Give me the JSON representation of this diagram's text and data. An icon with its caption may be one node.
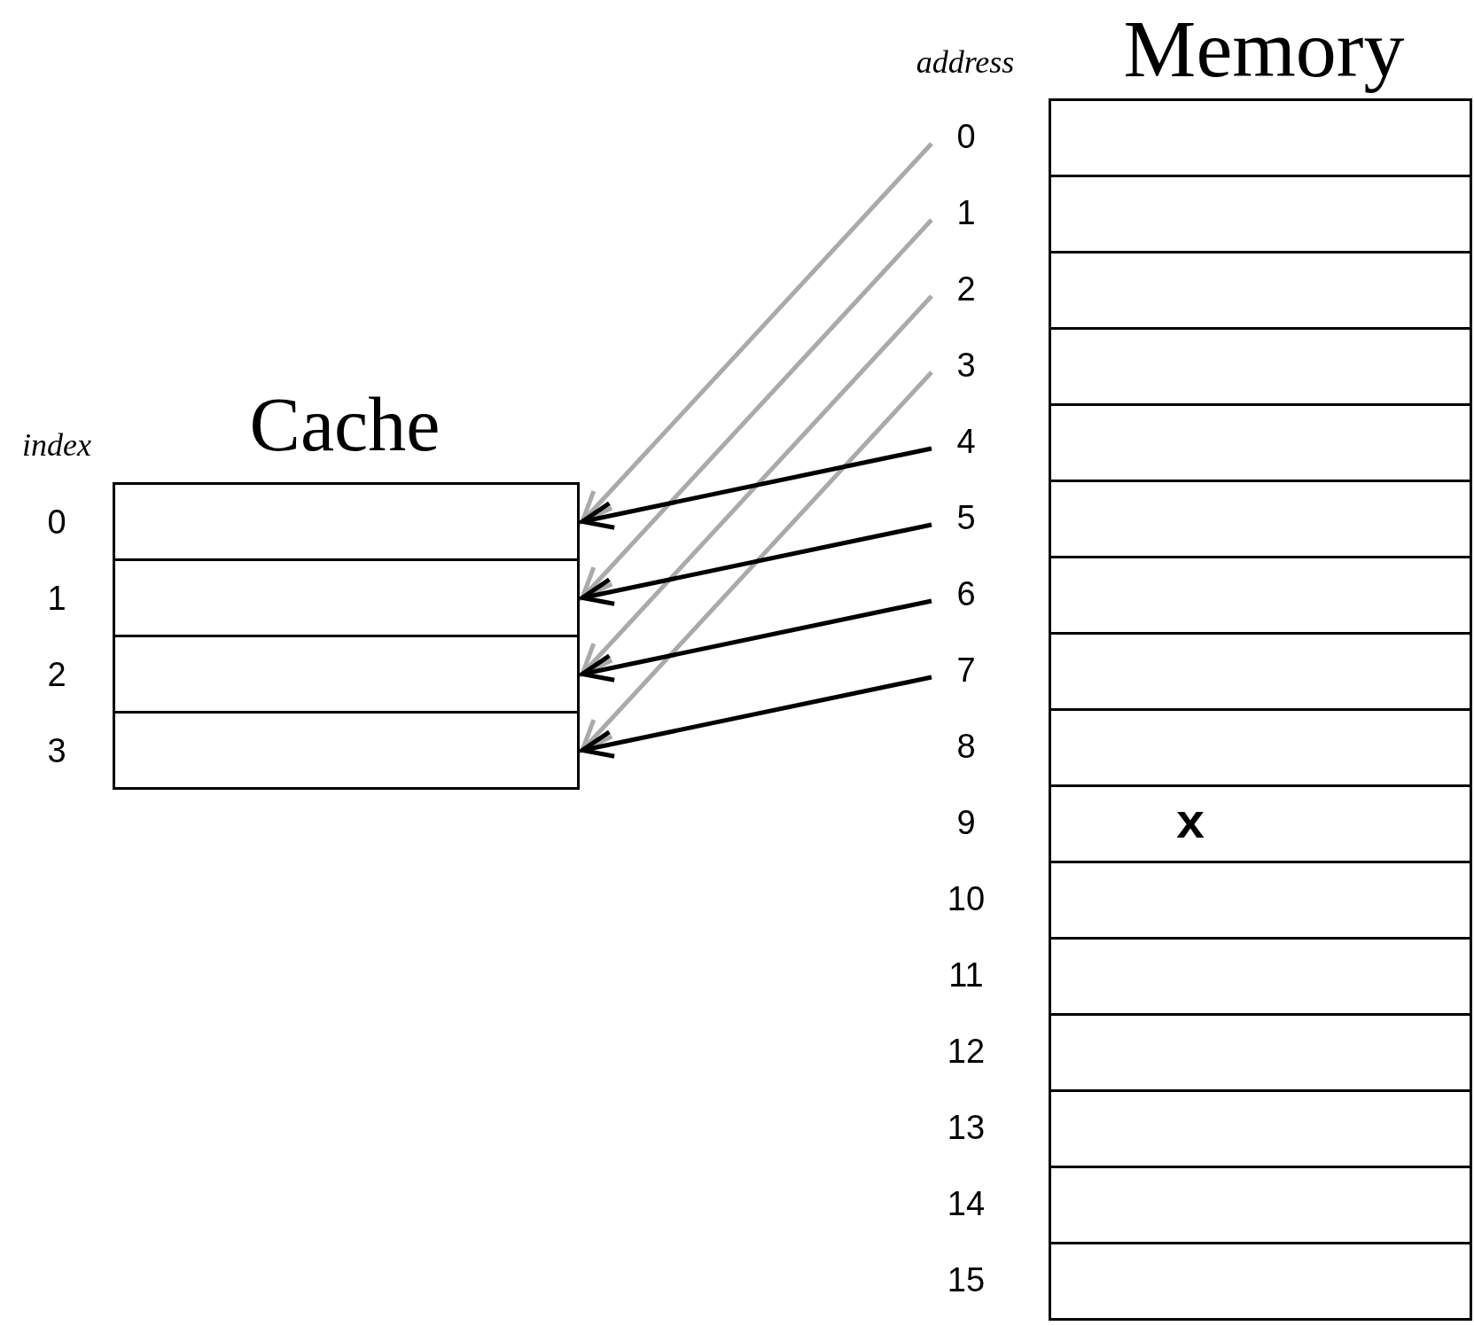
{
  "diagram": {
    "nodes": [
      {
        "text": [
          "Cache"
        ]
      },
      {
        "text": [],
        "shape": "box",
        "in": 0
      },
      {
        "text": [],
        "shape": "box",
        "in": 0
      },
      {
        "text": [],
        "shape": "box",
        "in": 0
      },
      {
        "text": [],
        "shape": "box",
        "in": 0
      },
      {
        "text": [
          "Memory"
        ]
      },
      {
        "text": [],
        "shape": "box",
        "in": 5
      },
      {
        "text": [],
        "shape": "box",
        "in": 5
      },
      {
        "text": [],
        "shape": "box",
        "in": 5
      },
      {
        "text": [],
        "shape": "box",
        "in": 5
      },
      {
        "text": [],
        "shape": "box",
        "in": 5
      },
      {
        "text": [],
        "shape": "box",
        "in": 5
      },
      {
        "text": [],
        "shape": "box",
        "in": 5
      },
      {
        "text": [],
        "shape": "box",
        "in": 5
      },
      {
        "text": [],
        "shape": "box",
        "in": 5
      },
      {
        "text": [
          "x"
        ],
        "in": 5
      },
      {
        "text": [],
        "shape": "box",
        "in": 5
      },
      {
        "text": [],
        "shape": "box",
        "in": 5
      },
      {
        "text": [],
        "shape": "box",
        "in": 5
      },
      {
        "text": [],
        "shape": "box",
        "in": 5
      },
      {
        "text": [],
        "shape": "box",
        "in": 5
      },
      {
        "text": [],
        "shape": "box",
        "in": 5
      },
      {
        "text": [
          "0"
        ]
      },
      {
        "text": [
          "1"
        ]
      },
      {
        "text": [
          "2"
        ]
      },
      {
        "text": [
          "3"
        ]
      },
      {
        "text": [
          "4"
        ]
      },
      {
        "text": [
          "5"
        ]
      },
      {
        "text": [
          "6"
        ]
      },
      {
        "text": [
          "7"
        ]
      }
    ],
    "edges": [
      {
        "from": 22,
        "to": 1,
        "arrow": "to",
        "color": "#aaaaaa"
      },
      {
        "from": 23,
        "to": 2,
        "arrow": "to",
        "color": "#aaaaaa"
      },
      {
        "from": 24,
        "to": 3,
        "arrow": "to",
        "color": "#aaaaaa"
      },
      {
        "from": 25,
        "to": 4,
        "arrow": "to",
        "color": "#aaaaaa"
      },
      {
        "from": 26,
        "to": 1,
        "arrow": "to",
        "color": "#000000"
      },
      {
        "from": 27,
        "to": 2,
        "arrow": "to",
        "color": "#000000"
      },
      {
        "from": 28,
        "to": 3,
        "arrow": "to",
        "color": "#000000"
      },
      {
        "from": 29,
        "to": 4,
        "arrow": "to",
        "color": "#000000"
      }
    ],
    "labels": [
      "address",
      "index",
      "0",
      "1",
      "2",
      "3",
      "8",
      "9",
      "10",
      "11",
      "12",
      "13",
      "14",
      "15"
    ]
  }
}
